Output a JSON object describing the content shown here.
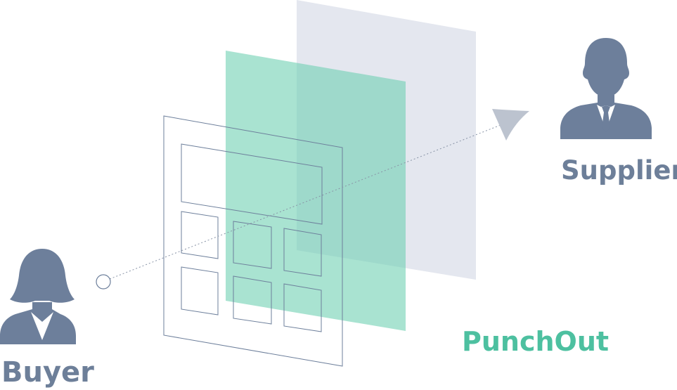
{
  "labels": {
    "supplier": "Supplier",
    "punchout": "PunchOut",
    "buyer": "Buyer"
  },
  "colors": {
    "person": "#6d7f9b",
    "punchout_text": "#4dc0a0",
    "green_panel": "#6fd0b2",
    "gray_panel": "#dfe3ec",
    "outline": "#6d7f9b"
  },
  "icons": {
    "supplier": "male-user-icon",
    "buyer": "female-user-icon",
    "arrow": "arrowhead-icon",
    "start": "circle-icon"
  }
}
